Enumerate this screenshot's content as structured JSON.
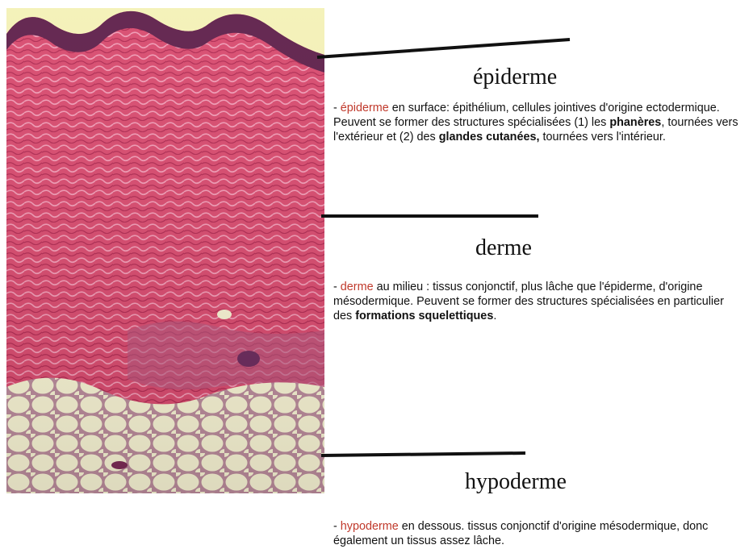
{
  "layers": {
    "epiderme": {
      "title": "épiderme",
      "desc": {
        "dash": "- ",
        "term": "épiderme",
        "t1": " en surface: épithélium, cellules jointives d'origine ectodermique. Peuvent se former des structures spécialisées (1) les ",
        "b1": "phanères",
        "t2": ", tournées vers l'extérieur et (2) des ",
        "b2": "glandes cutanées,",
        "t3": " tournées vers l'intérieur."
      }
    },
    "derme": {
      "title": "derme",
      "desc": {
        "dash": "- ",
        "term": "derme",
        "t1": " au milieu : tissus conjonctif, plus lâche que l'épiderme, d'origine mésodermique. Peuvent se former des structures spécialisées en particulier des ",
        "b1": "formations squelettiques",
        "t2": "."
      }
    },
    "hypoderme": {
      "title": "hypoderme",
      "desc": {
        "dash": "- ",
        "term": "hypoderme",
        "t1": " en dessous. tissus conjonctif d'origine mésodermique, donc également un tissus assez lâche."
      }
    }
  },
  "colors": {
    "term_red": "#c0392b",
    "dermis_pink": "#d6446a",
    "epidermis_purple": "#5e1f4a",
    "fat_cream": "#f3efcf",
    "background_yellow": "#f4f1b7"
  }
}
